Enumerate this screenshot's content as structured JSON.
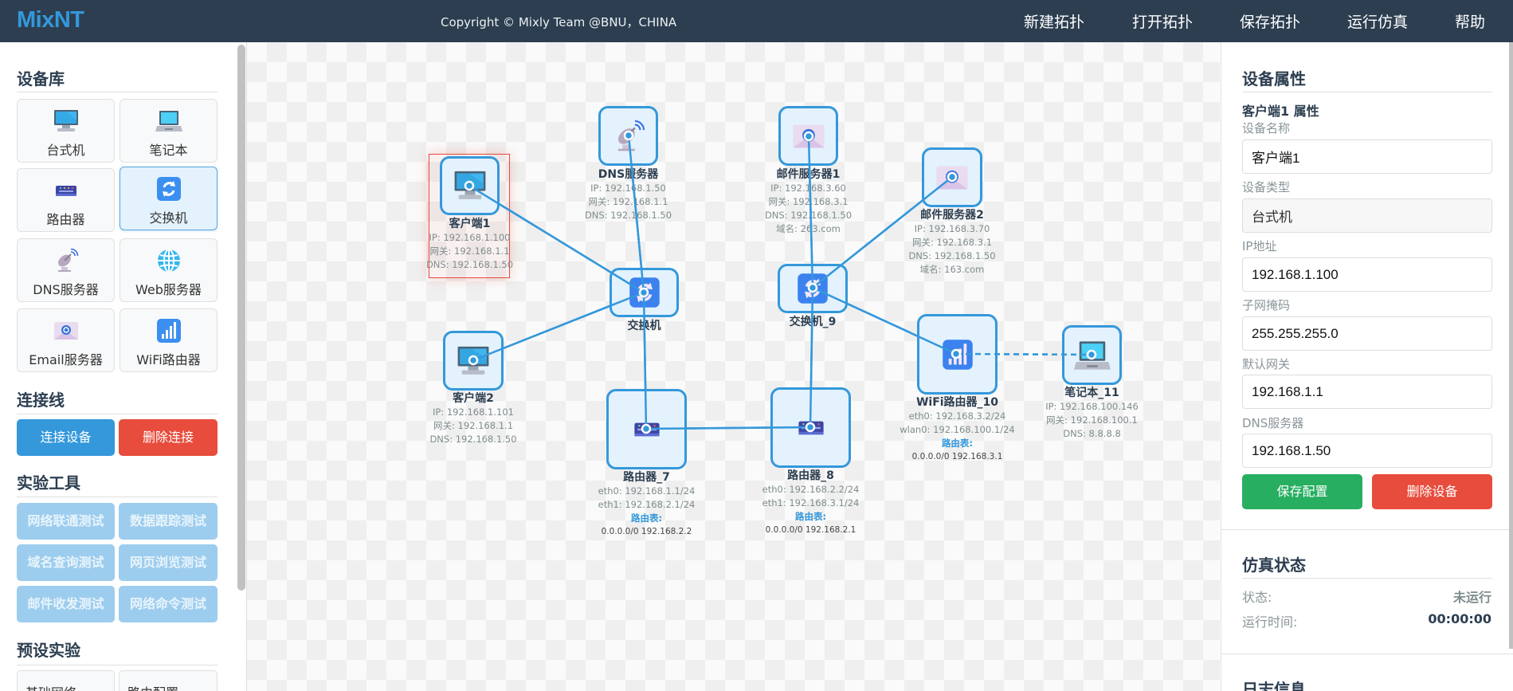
{
  "app": {
    "logo": "MixNT",
    "copyright": "Copyright © Mixly Team @BNU，CHINA"
  },
  "nav": [
    {
      "label": "新建拓扑"
    },
    {
      "label": "打开拓扑"
    },
    {
      "label": "保存拓扑"
    },
    {
      "label": "运行仿真"
    },
    {
      "label": "帮助"
    }
  ],
  "left": {
    "device_library_title": "设备库",
    "devices": [
      {
        "label": "台式机",
        "icon": "desktop-icon"
      },
      {
        "label": "笔记本",
        "icon": "laptop-icon"
      },
      {
        "label": "路由器",
        "icon": "router-icon"
      },
      {
        "label": "交换机",
        "icon": "switch-icon",
        "active": true
      },
      {
        "label": "DNS服务器",
        "icon": "satellite-dish-icon"
      },
      {
        "label": "Web服务器",
        "icon": "globe-icon"
      },
      {
        "label": "Email服务器",
        "icon": "email-icon"
      },
      {
        "label": "WiFi路由器",
        "icon": "signal-bars-icon"
      }
    ],
    "connection_title": "连接线",
    "connect_button": "连接设备",
    "disconnect_button": "删除连接",
    "tools_title": "实验工具",
    "tools": [
      {
        "label": "网络联通测试"
      },
      {
        "label": "数据跟踪测试"
      },
      {
        "label": "域名查询测试"
      },
      {
        "label": "网页浏览测试"
      },
      {
        "label": "邮件收发测试"
      },
      {
        "label": "网络命令测试"
      }
    ],
    "presets_title": "预设实验",
    "presets": [
      {
        "label": "基础网络"
      },
      {
        "label": "路由配置"
      }
    ]
  },
  "canvas": {
    "accent": "#3498db",
    "nodes": [
      {
        "id": "client1",
        "name": "客户端1",
        "icon": "desktop-icon",
        "info": [
          "IP: 192.168.1.100",
          "网关: 192.168.1.1",
          "DNS: 192.168.1.50"
        ],
        "selected": true
      },
      {
        "id": "dns",
        "name": "DNS服务器",
        "icon": "satellite-dish-icon",
        "info": [
          "IP: 192.168.1.50",
          "网关: 192.168.1.1",
          "DNS: 192.168.1.50"
        ]
      },
      {
        "id": "mail1",
        "name": "邮件服务器1",
        "icon": "email-icon",
        "info": [
          "IP: 192.168.3.60",
          "网关: 192.168.3.1",
          "DNS: 192.168.1.50",
          "域名: 263.com"
        ]
      },
      {
        "id": "mail2",
        "name": "邮件服务器2",
        "icon": "email-icon",
        "info": [
          "IP: 192.168.3.70",
          "网关: 192.168.3.1",
          "DNS: 192.168.1.50",
          "域名: 163.com"
        ]
      },
      {
        "id": "switch",
        "name": "交换机",
        "icon": "switch-icon",
        "info": []
      },
      {
        "id": "switch9",
        "name": "交换机_9",
        "icon": "switch-icon",
        "info": []
      },
      {
        "id": "client2",
        "name": "客户端2",
        "icon": "desktop-icon",
        "info": [
          "IP: 192.168.1.101",
          "网关: 192.168.1.1",
          "DNS: 192.168.1.50"
        ]
      },
      {
        "id": "router7",
        "name": "路由器_7",
        "icon": "router-icon",
        "info": [
          "eth0: 192.168.1.1/24",
          "eth1: 192.168.2.1/24"
        ],
        "route_title": "路由表:",
        "routes": [
          "0.0.0.0/0 192.168.2.2"
        ]
      },
      {
        "id": "router8",
        "name": "路由器_8",
        "icon": "router-icon",
        "info": [
          "eth0: 192.168.2.2/24",
          "eth1: 192.168.3.1/24"
        ],
        "route_title": "路由表:",
        "routes": [
          "0.0.0.0/0 192.168.2.1"
        ]
      },
      {
        "id": "wifi10",
        "name": "WiFi路由器_10",
        "icon": "signal-bars-icon",
        "info": [
          "eth0: 192.168.3.2/24",
          "wlan0: 192.168.100.1/24"
        ],
        "route_title": "路由表:",
        "routes": [
          "0.0.0.0/0 192.168.3.1"
        ]
      },
      {
        "id": "laptop11",
        "name": "笔记本_11",
        "icon": "laptop-icon",
        "info": [
          "IP: 192.168.100.146",
          "网关: 192.168.100.1",
          "DNS: 8.8.8.8"
        ]
      }
    ],
    "links": [
      {
        "from": "client1",
        "to": "switch",
        "type": "wired"
      },
      {
        "from": "dns",
        "to": "switch",
        "type": "wired"
      },
      {
        "from": "client2",
        "to": "switch",
        "type": "wired"
      },
      {
        "from": "switch",
        "to": "router7",
        "type": "wired"
      },
      {
        "from": "router7",
        "to": "router8",
        "type": "wired"
      },
      {
        "from": "router8",
        "to": "switch9",
        "type": "wired"
      },
      {
        "from": "mail1",
        "to": "switch9",
        "type": "wired"
      },
      {
        "from": "mail2",
        "to": "switch9",
        "type": "wired"
      },
      {
        "from": "switch9",
        "to": "wifi10",
        "type": "wired"
      },
      {
        "from": "wifi10",
        "to": "laptop11",
        "type": "wireless"
      }
    ]
  },
  "properties": {
    "title": "设备属性",
    "subtitle": "客户端1 属性",
    "fields": [
      {
        "label": "设备名称",
        "value": "客户端1",
        "readonly": false
      },
      {
        "label": "设备类型",
        "value": "台式机",
        "readonly": true
      },
      {
        "label": "IP地址",
        "value": "192.168.1.100",
        "readonly": false
      },
      {
        "label": "子网掩码",
        "value": "255.255.255.0",
        "readonly": false
      },
      {
        "label": "默认网关",
        "value": "192.168.1.1",
        "readonly": false
      },
      {
        "label": "DNS服务器",
        "value": "192.168.1.50",
        "readonly": false
      }
    ],
    "save_button": "保存配置",
    "delete_button": "删除设备"
  },
  "simulation": {
    "title": "仿真状态",
    "status_label": "状态:",
    "status_value": "未运行",
    "runtime_label": "运行时间:",
    "runtime_value": "00:00:00"
  },
  "log": {
    "title": "日志信息"
  }
}
